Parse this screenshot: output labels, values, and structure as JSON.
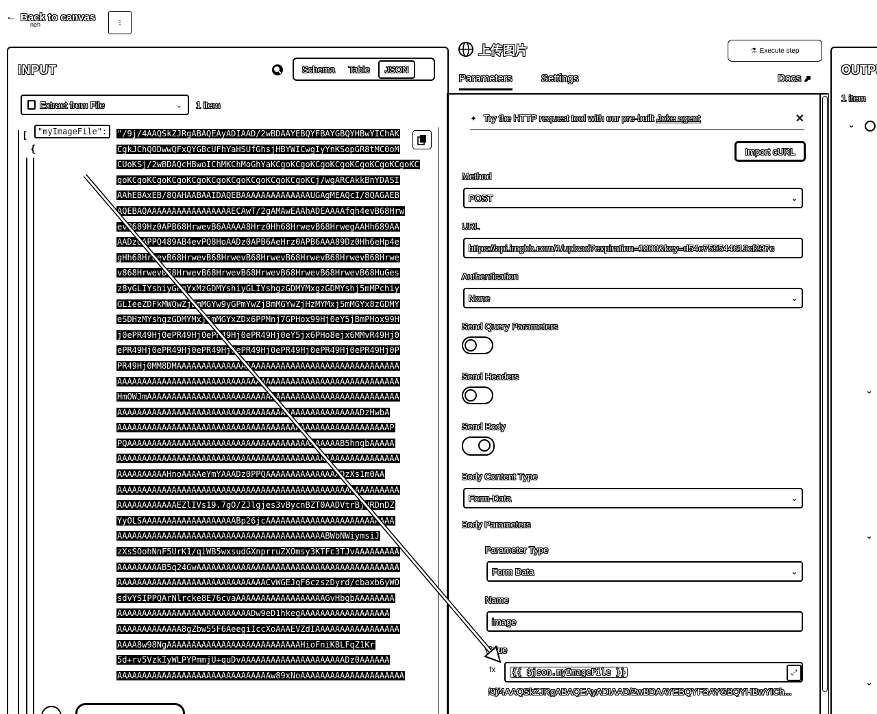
{
  "top": {
    "back_label": "Back to canvas",
    "back_sub": "neh"
  },
  "input": {
    "title": "INPUT",
    "modes": [
      "Schema",
      "Table",
      "JSON"
    ],
    "active_mode": "JSON",
    "source_node": "Extract from File",
    "item_count": "1 item",
    "open_bracket": "[",
    "open_brace": "{",
    "key": "\"myImageFile\":",
    "value_lines": [
      "\"/9j/4AAQSkZJRgABAQEAyADIAAD/2wBDAAYEBQYFBAYGBQYHBwYIChAK",
      "CgkJChQODwwQFxQYGBcUFhYaHSUfGhsjHBYWICwgIyYnKSopGR8tMC0oM",
      "CUoKSj/2wBDAQcHBwoIChMKChMoGhYaKCgoKCgoKCgoKCgoKCgoKCgoKCgoKC",
      "goKCgoKCgoKCgoKCgoKCgoKCgoKCgoKCgoKCgoKCj/wgARCAkkBnYDASI",
      "AAhEBAxEB/8QAHAABAAIDAQEBAAAAAAAAAAAAAAUGAgMEAQcI/8QAGAEB",
      "AQEBAQAAAAAAAAAAAAAAAAAECAwT/2gAMAwEAAhADEAAAAfqh4evB68Hrw",
      "evB689Hz0APB68HrwevB6AAAAA8Hrz0Hh68HrwevB68HrwegAAHh689AA",
      "AADz0APPQ489AB4evPQ8HoAADz0APB6AeHrz0APB6AAA89Dz0Hh6eHp4e",
      "gHh68HrwevB68HrwevB68HrwevB68HrwevB68HrwevB68HrwevB68Hrwe",
      "v868HrwevB68HrwevB68HrwevB68HrwevB68HrwevB68HrwevB68HuGes",
      "z8yGLIYshiyGPmYxMzGDMYshiyGLIYshgzGDMYMxgzGDMYshj5mMPchiy",
      "GLIeeZDFkMWQwZjBmMGYw9yGPmYwZjBmMGYwZjHzMYMxj5mMGYx8zGDMY",
      "eSDHzMYshgzGDMYMxj5mMGYxZDx6PPMnj7GPHox99Hj0eY5jBmPHox99H",
      "j0ePR49Hj0ePR49Hj0ePR49Hj0ePR49Hj0eY5jx6PHo8ejx6MMvR49Hj0",
      "ePR49Hj0ePR49Hj0ePR49Hj0ePR49Hj0ePR49Hj0ePR49Hj0ePR49Hj0P",
      "PR49Hj0MM8DMAAAAAAAAAAAAAAAAAAAAAAAAAAAAAAAAAAAAAAAAAAAAA",
      "AAAAAAAAAAAAAAAAAAAAAAAAAAAAAAAAAAAAAAAAAAAAAAAAAAAAAAAAA",
      "HmOWJmAAAAAAAAAAAAAAAAAAAAAAAAAAAAAAAAAAAAAAAAAAAAAAAAAAA",
      "AAAAAAAAAAAAAAAAAAAAAAAAAAAAAAAAAAAAAAAAAAAAAAAAADzHwbA",
      "AAAAAAAAAAAAAAAAAAAAAAAAAAAAAAAAAAAAAAAAAAAAAAAAAAAAAAAP",
      "PQAAAAAAAAAAAAAAAAAAAAAAAAAAAAAAAAAAAAAAAAAAAB5hngbAAAAA",
      "AAAAAAAAAAAAAAAAAAAAAAAAAAAAAAAAAAAAAAAAAAAAAAAAAAAAAAAAA",
      "AAAAAAAAAAHnoAAAAeYmYAAADz0PPQAAAAAAAAAAAAAAADzXs1m0AA",
      "AAAAAAAAAAAAAAAAAAAAAAAAAAAAAAAAAAAAAAAAAAAAAAAAAAAAAAAAA",
      "AAAAAAAAAAAAEZlIVs19.7gO/ZJlgjes3vBycnBZT0AADVtrBjHRDnDZ",
      "YyOLSAAAAAAAAAAAAAAAAAAABp26jcAAAAAAAAAAAAAAAAAAAAAAAAAA",
      "AAAAAAAAAAAAAAAAAAAAAAAAAAAAAAAAAAAAAAAAAABWbNWiymsiJ",
      "zXsSOohNnF5UrK1/qiWB5wxsudGXnprruZXOmsy3KTFc3TJvAAAAAAAAA",
      "AAAAAAAAAB5q24GwAAAAAAAAAAAAAAAAAAAAAAAAAAAAAAAAAAAAAAAAA",
      "AAAAAAAAAAAAAAAAAAAAAAAAAAAAAACvWGEJqF6czszDyrd/cbaxb6yWO",
      "sdvYSIPPQArNlrcke8E76cvaAAAAAAAAAAAAAAAAAAGvHbgbAAAAAAAA",
      "AAAAAAAAAAAAAAAAAAAAAAAAAAADw9eD1hkegAAAAAAAAAAAAAAAAAA",
      "AAAAAAAAAAAAA8gZbw55F6AeegiIccXoAAAEVZdIAAAAAAAAAAAAAAAAA",
      "AAAA8w98NgAAAAAAAAAAAAAAAAAAAAAAAAAAAHioFniKBLFqZ1Kr",
      "5d+rv5VzkIyWLPYPmmjU+quDvAAAAAAAAAAAAAAAAAAAAADz0AAAAAA",
      "AAAAAAAAAAAAAAAAAAAAAAAAAAAAAAAw89xNoAAAAAAAAAAAAAAAAAAAAA"
    ]
  },
  "node": {
    "title": "上传图片",
    "execute_label": "Execute step",
    "tabs": [
      "Parameters",
      "Settings",
      "Docs"
    ],
    "notice_prefix": "Try the HTTP request tool with our pre-built",
    "notice_link": "Joke agent",
    "import_curl": "Import cURL",
    "method_label": "Method",
    "method_value": "POST",
    "url_label": "URL",
    "url_value": "https://api.imgbb.com/1/upload?expiration=1800&key=d54e759544619cf237c",
    "auth_label": "Authentication",
    "auth_value": "None",
    "send_query_label": "Send Query Parameters",
    "send_query_on": false,
    "send_headers_label": "Send Headers",
    "send_headers_on": false,
    "send_body_label": "Send Body",
    "send_body_on": true,
    "body_type_label": "Body Content Type",
    "body_type_value": "Form-Data",
    "body_params_label": "Body Parameters",
    "param_type_label": "Parameter Type",
    "param_type_value": "Form Data",
    "name_label": "Name",
    "name_value": "image",
    "value_label": "Value",
    "value_expression": "{{ $json.myImageFile }}",
    "value_preview": "/9j/4AAQSkZJRgABAQEAyADIAAD/2wBDAAYEBQYFBAYGBQYHBwYICh..."
  },
  "output": {
    "title": "OUTPUT",
    "item_count": "1 item"
  }
}
